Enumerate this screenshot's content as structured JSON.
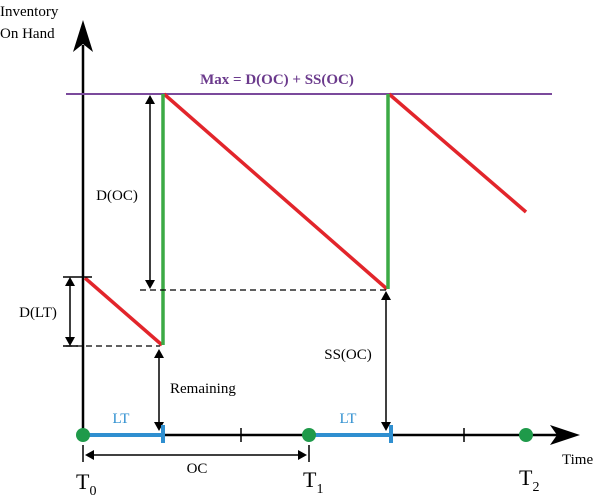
{
  "labels": {
    "y_axis_line1": "Inventory",
    "y_axis_line2": "On Hand",
    "x_axis": "Time",
    "max_line": "Max = D(OC) + SS(OC)",
    "d_oc": "D(OC)",
    "d_lt": "D(LT)",
    "ss_oc": "SS(OC)",
    "remaining": "Remaining",
    "lt_1": "LT",
    "lt_2": "LT",
    "oc": "OC",
    "t0_main": "T",
    "t0_sub": "0",
    "t1_main": "T",
    "t1_sub": "1",
    "t2_main": "T",
    "t2_sub": "2"
  },
  "colors": {
    "max_line": "#7b4a9c",
    "max_text": "#6b3a8c",
    "depletion": "#e2252b",
    "replenishment": "#3caa45",
    "lead_time": "#2f8fd0",
    "lt_text": "#2f8fd0",
    "time_point": "#1f9a4a",
    "axis": "#000000"
  }
}
